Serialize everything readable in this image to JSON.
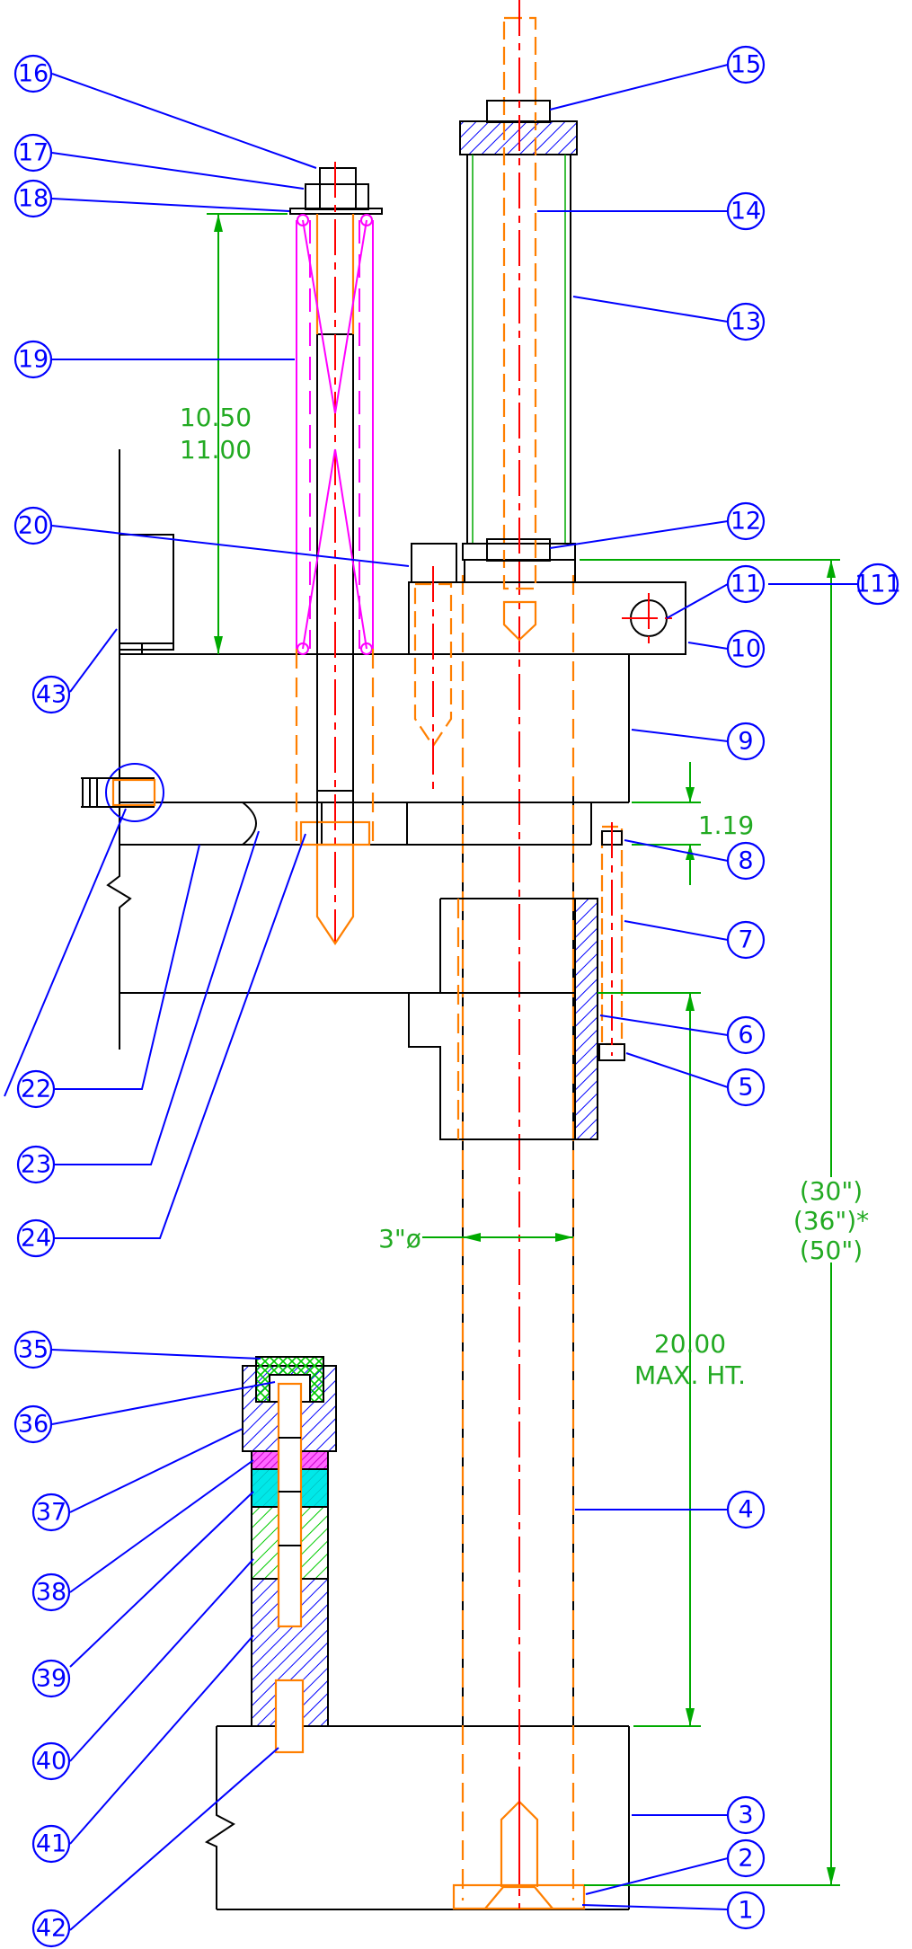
{
  "colors": {
    "balloon": "#0000ff",
    "object_line": "#000000",
    "hidden_line": "#ff7f00",
    "center_line": "#ff0000",
    "dimension": "#22aa22",
    "spring": "#ff00ff",
    "hatch_blue": "#0000ff",
    "hatch_green": "#00cc00",
    "hatch_cyan": "#00e0e0",
    "hatch_magenta": "#ff00ff"
  },
  "balloons": [
    "1",
    "2",
    "3",
    "4",
    "5",
    "6",
    "7",
    "8",
    "9",
    "10",
    "11",
    "111",
    "12",
    "13",
    "14",
    "15",
    "16",
    "17",
    "18",
    "19",
    "20",
    "22",
    "23",
    "24",
    "35",
    "36",
    "37",
    "38",
    "39",
    "40",
    "41",
    "42",
    "43"
  ],
  "dimensions": {
    "spring_length_1": "10.50",
    "spring_length_2": "11.00",
    "plate_gap": "1.19",
    "post_diameter": "3\"ø",
    "max_height_value": "20.00",
    "max_height_label": "MAX. HT.",
    "overall_1": "(30\")",
    "overall_2": "(36\")*",
    "overall_3": "(50\")"
  }
}
